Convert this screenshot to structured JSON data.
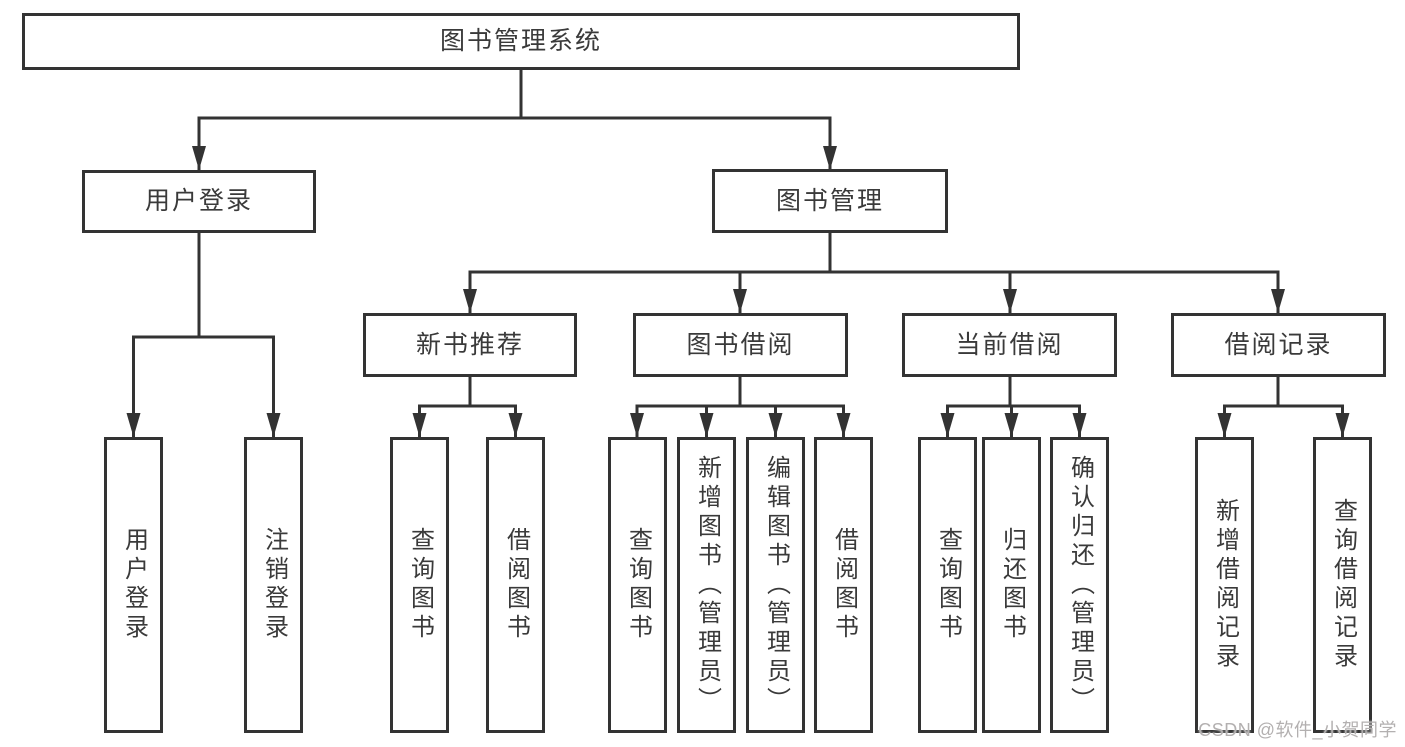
{
  "tree": {
    "root": "图书管理系统",
    "branches": [
      {
        "label": "用户登录",
        "children": [
          "用户登录",
          "注销登录"
        ]
      },
      {
        "label": "图书管理",
        "groups": [
          {
            "label": "新书推荐",
            "children": [
              "查询图书",
              "借阅图书"
            ]
          },
          {
            "label": "图书借阅",
            "children": [
              "查询图书",
              "新增图书（管理员）",
              "编辑图书（管理员）",
              "借阅图书"
            ]
          },
          {
            "label": "当前借阅",
            "children": [
              "查询图书",
              "归还图书",
              "确认归还（管理员）"
            ]
          },
          {
            "label": "借阅记录",
            "children": [
              "新增借阅记录",
              "查询借阅记录"
            ]
          }
        ]
      }
    ]
  },
  "watermark": "CSDN @软件_小贺同学",
  "colors": {
    "line": "#333333",
    "box_border": "#333333",
    "text": "#3a3a3a",
    "watermark": "#b3b0b0",
    "background": "#ffffff"
  }
}
